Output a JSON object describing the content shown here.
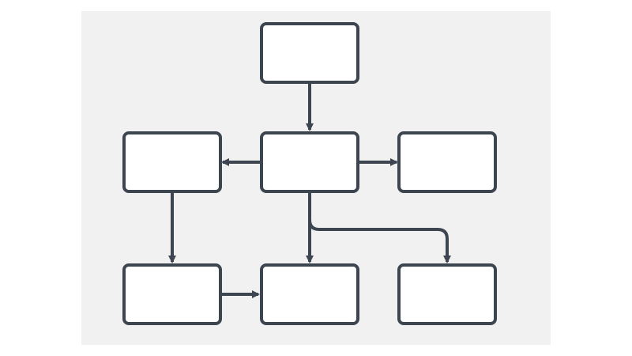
{
  "diagram": {
    "colors": {
      "background": "#ffffff",
      "panel": "#f1f1f1",
      "node_fill": "#ffffff",
      "stroke": "#3d4650"
    },
    "nodes": [
      {
        "id": "top",
        "label": ""
      },
      {
        "id": "middle-left",
        "label": ""
      },
      {
        "id": "middle-center",
        "label": ""
      },
      {
        "id": "middle-right",
        "label": ""
      },
      {
        "id": "bottom-left",
        "label": ""
      },
      {
        "id": "bottom-center",
        "label": ""
      },
      {
        "id": "bottom-right",
        "label": ""
      }
    ],
    "edges": [
      {
        "from": "top",
        "to": "middle-center"
      },
      {
        "from": "middle-center",
        "to": "middle-left"
      },
      {
        "from": "middle-center",
        "to": "middle-right"
      },
      {
        "from": "middle-center",
        "to": "bottom-center"
      },
      {
        "from": "middle-center",
        "to": "bottom-right"
      },
      {
        "from": "middle-left",
        "to": "bottom-left"
      },
      {
        "from": "bottom-left",
        "to": "bottom-center"
      }
    ]
  }
}
